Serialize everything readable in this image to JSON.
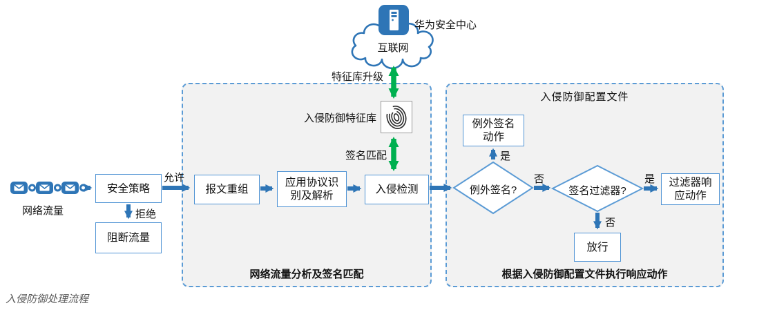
{
  "colors": {
    "primary_blue": "#2e75b6",
    "green": "#00b050",
    "panel_bg": "#f2f2f2",
    "border_blue": "#5b9bd5"
  },
  "header": {
    "security_center": "华为安全中心",
    "internet": "互联网",
    "upgrade_label": "特征库升级",
    "signature_db_label": "入侵防御特征库",
    "signature_match_label": "签名匹配"
  },
  "flow": {
    "network_traffic": "网络流量",
    "security_policy": "安全策略",
    "permit": "允许",
    "deny": "拒绝",
    "block_traffic": "阻断流量",
    "packet_reassembly": "报文重组",
    "protocol_id_line1": "应用协议识",
    "protocol_id_line2": "别及解析",
    "intrusion_detection": "入侵检测"
  },
  "panels": {
    "analysis_caption": "网络流量分析及签名匹配",
    "response_title": "入侵防御配置文件",
    "response_caption": "根据入侵防御配置文件执行响应动作"
  },
  "decision": {
    "exception_q": "例外签名?",
    "exception_yes": "是",
    "exception_no": "否",
    "exception_action_line1": "例外签名",
    "exception_action_line2": "动作",
    "filter_q": "签名过滤器?",
    "filter_yes": "是",
    "filter_no": "否",
    "filter_action_line1": "过滤器响",
    "filter_action_line2": "应动作",
    "pass": "放行"
  },
  "caption": "入侵防御处理流程"
}
